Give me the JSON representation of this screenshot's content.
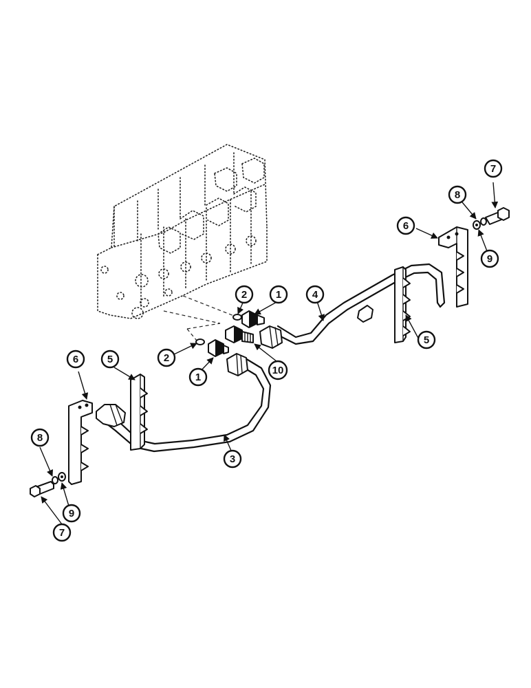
{
  "callouts": [
    {
      "id": "c1a",
      "label": "1"
    },
    {
      "id": "c1b",
      "label": "1"
    },
    {
      "id": "c2a",
      "label": "2"
    },
    {
      "id": "c2b",
      "label": "2"
    },
    {
      "id": "c3",
      "label": "3"
    },
    {
      "id": "c4",
      "label": "4"
    },
    {
      "id": "c5a",
      "label": "5"
    },
    {
      "id": "c5b",
      "label": "5"
    },
    {
      "id": "c6a",
      "label": "6"
    },
    {
      "id": "c6b",
      "label": "6"
    },
    {
      "id": "c7a",
      "label": "7"
    },
    {
      "id": "c7b",
      "label": "7"
    },
    {
      "id": "c8a",
      "label": "8"
    },
    {
      "id": "c8b",
      "label": "8"
    },
    {
      "id": "c9a",
      "label": "9"
    },
    {
      "id": "c9b",
      "label": "9"
    },
    {
      "id": "c10",
      "label": "10"
    }
  ]
}
